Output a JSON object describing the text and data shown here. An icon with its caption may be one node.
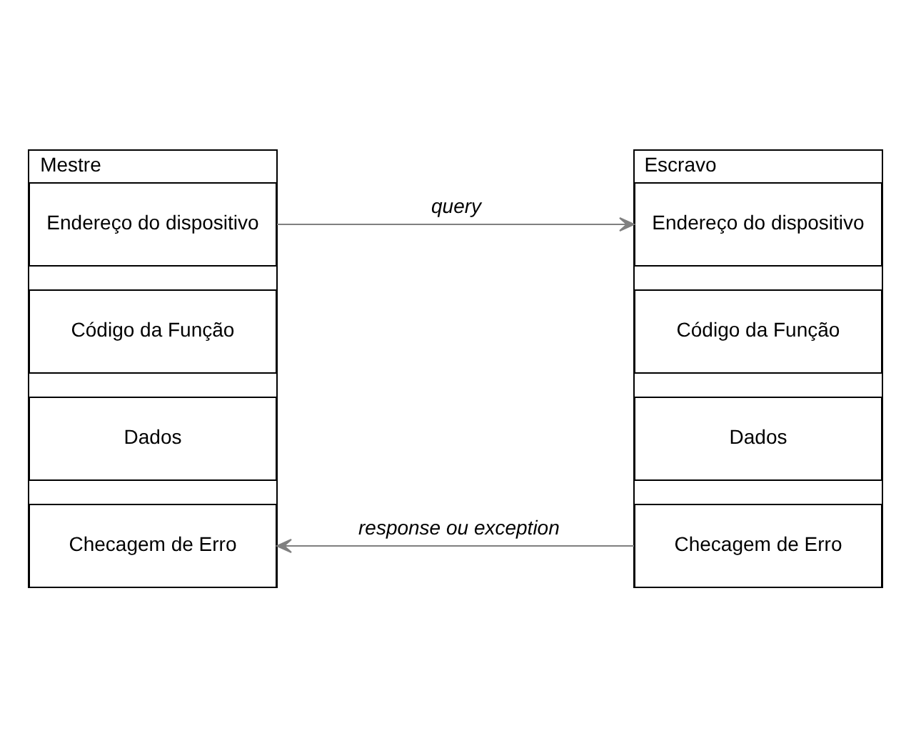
{
  "diagram": {
    "nodes": [
      {
        "text": [
          "Mestre"
        ]
      },
      {
        "text": [
          "Endereço do dispositivo"
        ],
        "in": 0
      },
      {
        "text": [
          "Código da Função"
        ],
        "in": 0
      },
      {
        "text": [
          "Dados"
        ],
        "in": 0
      },
      {
        "text": [
          "Checagem de Erro"
        ],
        "in": 0
      },
      {
        "text": [
          "Escravo"
        ]
      },
      {
        "text": [
          "Endereço do dispositivo"
        ],
        "in": 5
      },
      {
        "text": [
          "Código da Função"
        ],
        "in": 5
      },
      {
        "text": [
          "Dados"
        ],
        "in": 5
      },
      {
        "text": [
          "Checagem de Erro"
        ],
        "in": 5
      }
    ],
    "edges": [
      {
        "from": 0,
        "to": 5,
        "arrow": "to",
        "label": "query"
      },
      {
        "from": 5,
        "to": 0,
        "arrow": "to",
        "label": "response ou exception"
      }
    ]
  }
}
